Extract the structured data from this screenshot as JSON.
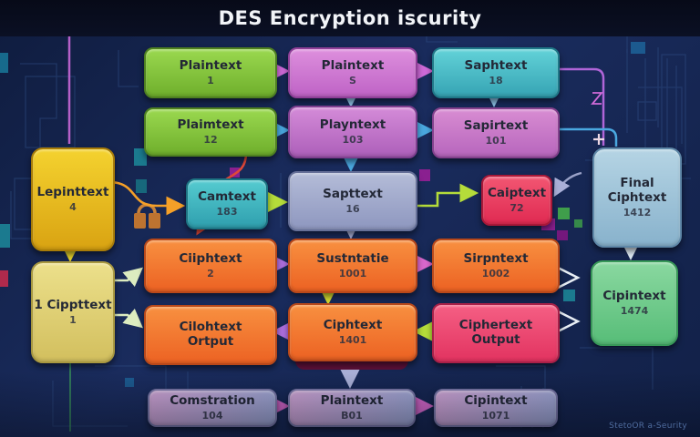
{
  "title": "DES Encryption iscurity",
  "watermark": "StetoOR a-Seurity",
  "nodes": [
    {
      "id": "plaintext-1",
      "label": "Plaintext",
      "value": "1"
    },
    {
      "id": "plaintext-s",
      "label": "Plaintext",
      "value": "S"
    },
    {
      "id": "saphtext-18",
      "label": "Saphtext",
      "value": "18"
    },
    {
      "id": "plaimtext-12",
      "label": "Plaimtext",
      "value": "12"
    },
    {
      "id": "playntext-103",
      "label": "Playntext",
      "value": "103"
    },
    {
      "id": "sapirtext-101",
      "label": "Sapirtext",
      "value": "101"
    },
    {
      "id": "lepinttext-4",
      "label": "Lepinttext",
      "value": "4"
    },
    {
      "id": "cippttext-1",
      "label": "1 Cippttext",
      "value": "1"
    },
    {
      "id": "camtext-183",
      "label": "Camtext",
      "value": "183"
    },
    {
      "id": "sapttext-16",
      "label": "Sapttext",
      "value": "16"
    },
    {
      "id": "caiptext-72",
      "label": "Caiptext",
      "value": "72"
    },
    {
      "id": "ciiphtext-2",
      "label": "Ciiphtext",
      "value": "2"
    },
    {
      "id": "sustntatie-1001",
      "label": "Sustntatie",
      "value": "1001"
    },
    {
      "id": "sirpntext-1002",
      "label": "Sirpntext",
      "value": "1002"
    },
    {
      "id": "cilohtext-ortput",
      "label": "Cilohtext Ortput",
      "value": ""
    },
    {
      "id": "ciphtext-1401",
      "label": "Ciphtext",
      "value": "1401"
    },
    {
      "id": "ciphertext-output",
      "label": "Ciphertext Output",
      "value": ""
    },
    {
      "id": "final-ciphtext-1412",
      "label": "Final Ciphtext",
      "value": "1412"
    },
    {
      "id": "cipintext-1474",
      "label": "Cipintext",
      "value": "1474"
    },
    {
      "id": "comstration-104",
      "label": "Comstration",
      "value": "104"
    },
    {
      "id": "plaintext-b01",
      "label": "Plaintext",
      "value": "B01"
    },
    {
      "id": "cipintext-1071",
      "label": "Cipintext",
      "value": "1071"
    }
  ],
  "edges": [
    {
      "from": "plaintext-1",
      "to": "plaintext-s",
      "color": "#cf6ad8"
    },
    {
      "from": "plaintext-s",
      "to": "saphtext-18",
      "color": "#cf6ad8"
    },
    {
      "from": "plaintext-s",
      "to": "playntext-103",
      "color": "#8ec4e8"
    },
    {
      "from": "saphtext-18",
      "to": "sapirtext-101",
      "color": "#8ec4e8"
    },
    {
      "from": "saphtext-18",
      "to": "final-ciphtext-1412",
      "color": "#b065d8"
    },
    {
      "from": "plaimtext-12",
      "to": "playntext-103",
      "color": "#4aa8e0"
    },
    {
      "from": "playntext-103",
      "to": "sapirtext-101",
      "color": "#4aa8e0"
    },
    {
      "from": "sapirtext-101",
      "to": "final-ciphtext-1412",
      "color": "#4aa8e0"
    },
    {
      "from": "playntext-103",
      "to": "sapttext-16",
      "color": "#4aa8e0"
    },
    {
      "from": "lepinttext-4",
      "to": "camtext-183",
      "color": "#f5a028"
    },
    {
      "from": "plaimtext-12",
      "to": "ciiphtext-2",
      "color": "#e04838"
    },
    {
      "from": "camtext-183",
      "to": "sapttext-16",
      "color": "#b5dc3a"
    },
    {
      "from": "sapttext-16",
      "to": "caiptext-72",
      "color": "#b5dc3a"
    },
    {
      "from": "sapttext-16",
      "to": "sustntatie-1001",
      "color": "#aab0d8"
    },
    {
      "from": "ciiphtext-2",
      "to": "sustntatie-1001",
      "color": "#b070e0"
    },
    {
      "from": "sustntatie-1001",
      "to": "sirpntext-1002",
      "color": "#d868cc"
    },
    {
      "from": "sustntatie-1001",
      "to": "ciphtext-1401",
      "color": "#d6dc30"
    },
    {
      "from": "ciphtext-1401",
      "to": "cilohtext-ortput",
      "color": "#b070e0"
    },
    {
      "from": "ciphertext-output",
      "to": "ciphtext-1401",
      "color": "#b5dc3a"
    },
    {
      "from": "ciphtext-1401",
      "to": "plaintext-b01",
      "color": "#b0aed6"
    },
    {
      "from": "lepinttext-4",
      "to": "cippttext-1",
      "color": "#e8d42c"
    },
    {
      "from": "cippttext-1",
      "to": "ciiphtext-2",
      "color": "#dcecc0"
    },
    {
      "from": "cippttext-1",
      "to": "cilohtext-ortput",
      "color": "#dcecc0"
    },
    {
      "from": "final-ciphtext-1412",
      "to": "cipintext-1474",
      "color": "#dce8f0"
    },
    {
      "from": "sirpntext-1002",
      "to": "cipintext-1474",
      "color": "#e8eef4"
    },
    {
      "from": "ciphertext-output",
      "to": "cipintext-1474",
      "color": "#e8eef4"
    },
    {
      "from": "comstration-104",
      "to": "plaintext-b01",
      "color": "#d88cd0"
    },
    {
      "from": "plaintext-b01",
      "to": "cipintext-1071",
      "color": "#d88cd0"
    }
  ],
  "icons": [
    {
      "name": "padlock-icon",
      "shape": "orange padlock"
    },
    {
      "name": "plus-icon",
      "shape": "+"
    },
    {
      "name": "z-mark-icon",
      "shape": "Z"
    }
  ],
  "palette": {
    "background": "#15244e",
    "top_band": "#090d1d",
    "title_text": "#f2f4f8",
    "box_green": "#7fb933",
    "box_magenta": "#c96fcd",
    "box_cyan": "#45b9c4",
    "box_violet": "#bb6cc2",
    "box_yellow": "#e9bc1e",
    "box_pale_yellow": "#dfcf74",
    "box_teal": "#3fb3bc",
    "box_lavender": "#9ea8cb",
    "box_red": "#e63a5d",
    "box_orange": "#f1752e",
    "box_rose": "#ec4a72",
    "box_light_blue": "#9fc3d8",
    "box_light_green": "#6fca8c",
    "box_lilac": "#b8a7d7",
    "arrow_magenta": "#cf6ad8",
    "arrow_blue": "#4aa8e0",
    "arrow_orange": "#f5a028",
    "arrow_lime": "#b5dc3a",
    "arrow_red": "#e04838",
    "arrow_purple": "#b070e0",
    "arrow_yellow": "#d6dc30",
    "arrow_lavender": "#aab0d8",
    "arrow_white": "#dce8f0",
    "circuit_line": "#2e4c82",
    "shadow_maroon": "#5c1038",
    "watermark_text": "#4f6c9e"
  }
}
